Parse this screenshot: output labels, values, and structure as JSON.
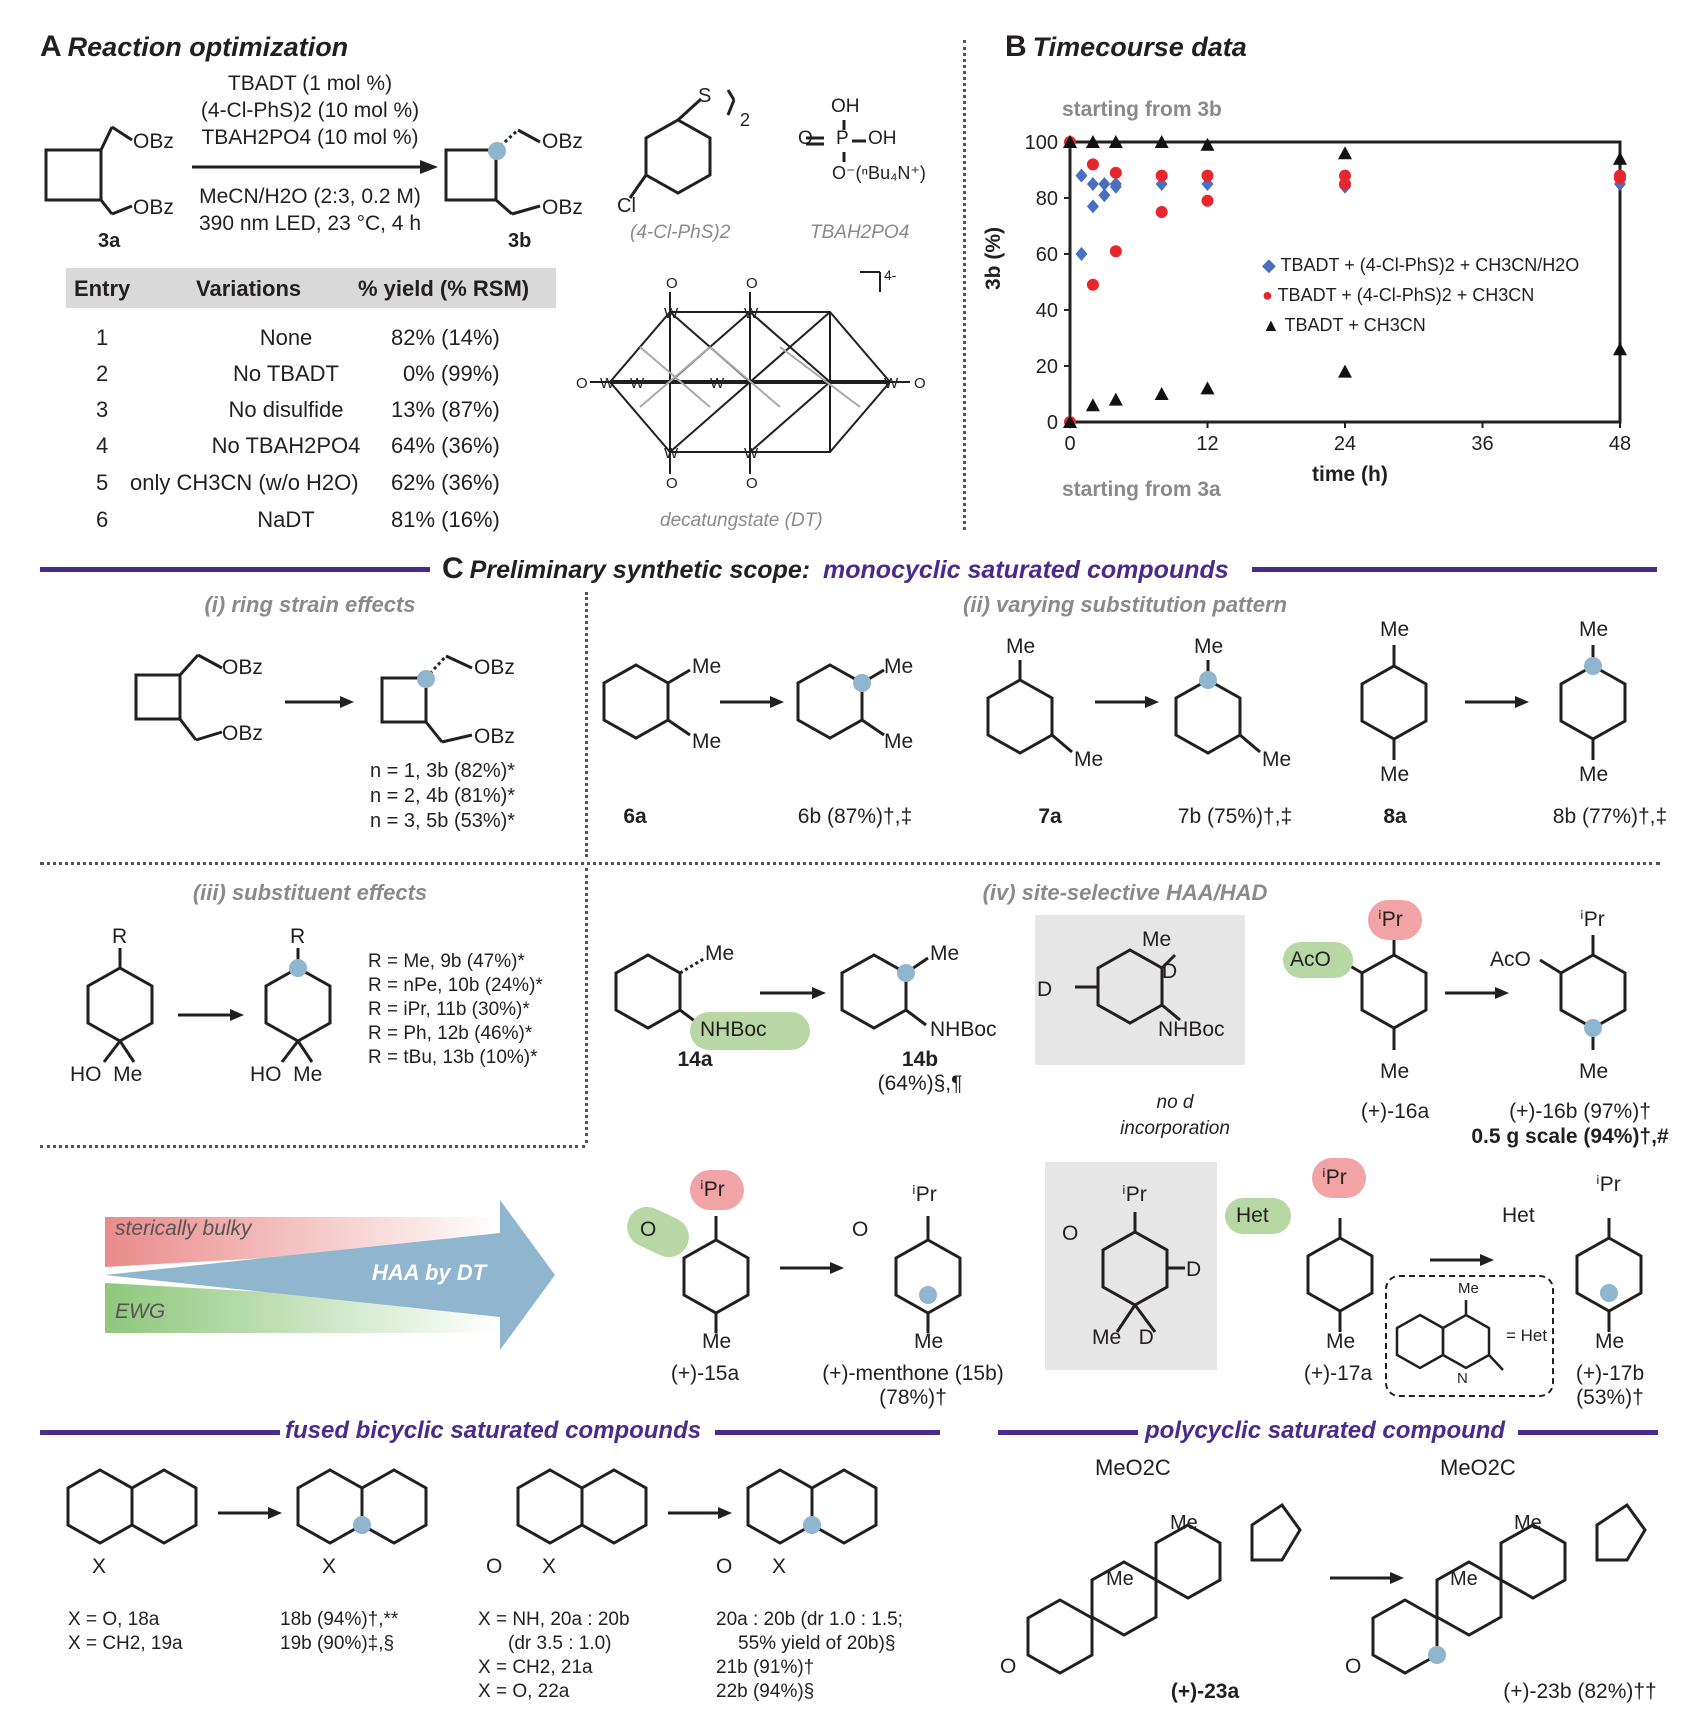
{
  "panelA": {
    "letter": "A",
    "title": "Reaction optimization",
    "conditions": [
      "TBADT (1 mol %)",
      "(4-Cl-PhS)2 (10 mol %)",
      "TBAH2PO4 (10 mol %)",
      "MeCN/H2O (2:3, 0.2 M)",
      "390 nm LED, 23 °C, 4 h"
    ],
    "substrate": "3a",
    "product": "3b",
    "obz": "OBz",
    "reagent_labels": [
      "(4-Cl-PhS)2",
      "TBAH2PO4",
      "decatungstate (DT)"
    ],
    "table": {
      "headers": [
        "Entry",
        "Variations",
        "% yield (% RSM)"
      ],
      "rows": [
        {
          "entry": "1",
          "variation": "None",
          "yield": "82% (14%)"
        },
        {
          "entry": "2",
          "variation": "No TBADT",
          "yield": "0% (99%)"
        },
        {
          "entry": "3",
          "variation": "No disulfide",
          "yield": "13% (87%)"
        },
        {
          "entry": "4",
          "variation": "No TBAH2PO4",
          "yield": "64% (36%)"
        },
        {
          "entry": "5",
          "variation": "only CH3CN (w/o H2O)",
          "yield": "62% (36%)"
        },
        {
          "entry": "6",
          "variation": "NaDT",
          "yield": "81% (16%)"
        }
      ]
    }
  },
  "panelB": {
    "letter": "B",
    "title": "Timecourse data",
    "top_note": "starting from 3b",
    "bottom_note": "starting from 3a",
    "chart_data": {
      "type": "scatter",
      "xlabel": "time (h)",
      "ylabel": "3b (%)",
      "xlim": [
        0,
        48
      ],
      "ylim": [
        0,
        100
      ],
      "xticks": [
        0,
        12,
        24,
        36,
        48
      ],
      "yticks": [
        0,
        20,
        40,
        60,
        80,
        100
      ],
      "legend_position": "right-middle",
      "series": [
        {
          "name": "TBADT + (4-Cl-PhS)2 + CH3CN/H2O",
          "color": "#4a6fbf",
          "marker": "diamond",
          "points": [
            [
              0,
              100
            ],
            [
              0,
              0
            ],
            [
              1,
              88
            ],
            [
              1,
              60
            ],
            [
              2,
              85
            ],
            [
              2,
              77
            ],
            [
              3,
              85
            ],
            [
              3,
              81
            ],
            [
              4,
              85
            ],
            [
              4,
              84
            ],
            [
              8,
              85
            ],
            [
              12,
              85
            ],
            [
              24,
              84
            ],
            [
              48,
              85
            ]
          ]
        },
        {
          "name": "TBADT + (4-Cl-PhS)2 + CH3CN",
          "color": "#e8262d",
          "marker": "circle",
          "points": [
            [
              0,
              100
            ],
            [
              0,
              0
            ],
            [
              2,
              92
            ],
            [
              2,
              49
            ],
            [
              4,
              89
            ],
            [
              4,
              61
            ],
            [
              8,
              88
            ],
            [
              8,
              75
            ],
            [
              12,
              88
            ],
            [
              12,
              79
            ],
            [
              24,
              88
            ],
            [
              24,
              85
            ],
            [
              48,
              88
            ],
            [
              48,
              87
            ]
          ]
        },
        {
          "name": "TBADT + CH3CN",
          "color": "#111111",
          "marker": "triangle",
          "points": [
            [
              0,
              100
            ],
            [
              0,
              0
            ],
            [
              2,
              100
            ],
            [
              2,
              6
            ],
            [
              4,
              100
            ],
            [
              4,
              8
            ],
            [
              8,
              100
            ],
            [
              8,
              10
            ],
            [
              12,
              99
            ],
            [
              12,
              12
            ],
            [
              24,
              96
            ],
            [
              24,
              18
            ],
            [
              48,
              94
            ],
            [
              48,
              26
            ]
          ]
        }
      ]
    }
  },
  "panelC": {
    "letter": "C",
    "title": "Preliminary synthetic scope:",
    "subtitle": "monocyclic saturated compounds",
    "sections": {
      "i": "(i) ring strain effects",
      "ii": "(ii) varying substitution pattern",
      "iii": "(iii) substituent effects",
      "iv": "(iv) site-selective HAA/HAD"
    },
    "ring_strain_results": [
      "n = 1, 3b (82%)*",
      "n = 2, 4b (81%)*",
      "n = 3, 5b (53%)*"
    ],
    "substitution": [
      {
        "sm": "6a",
        "prod": "6b (87%)†,‡"
      },
      {
        "sm": "7a",
        "prod": "7b (75%)†,‡"
      },
      {
        "sm": "8a",
        "prod": "8b (77%)†,‡"
      }
    ],
    "substituent_results": [
      "R = Me, 9b (47%)*",
      "R = nPe, 10b (24%)*",
      "R = iPr, 11b (30%)*",
      "R = Ph, 12b (46%)*",
      "R = tBu, 13b (10%)*"
    ],
    "site": {
      "c14a": "14a",
      "c14b": "14b",
      "c14b_yield": "(64%)§,¶",
      "no_d": "no d",
      "incorporation": "incorporation",
      "c16a": "(+)-16a",
      "c16b": "(+)-16b (97%)†",
      "c16b_scale": "0.5 g scale (94%)†,#",
      "c15a": "(+)-15a",
      "c15b": "(+)-menthone (15b)",
      "c15b_yield": "(78%)†",
      "c17a": "(+)-17a",
      "c17b": "(+)-17b",
      "c17b_yield": "(53%)†",
      "het": "Het",
      "het_eq": "= Het",
      "bulky": "sterically bulky",
      "ewg": "EWG",
      "haa": "HAA by DT"
    },
    "fused_title": "fused bicyclic saturated compounds",
    "fused": {
      "left_sm": [
        "X = O, 18a",
        "X = CH2, 19a"
      ],
      "left_prod": [
        "18b (94%)†,**",
        "19b (90%)‡,§"
      ],
      "right_sm": [
        "X = NH, 20a : 20b",
        "(dr 3.5 : 1.0)",
        "X = CH2, 21a",
        "X = O, 22a"
      ],
      "right_prod": [
        "20a : 20b (dr 1.0 : 1.5;",
        "55% yield of 20b)§",
        "21b (91%)†",
        "22b (94%)§"
      ]
    },
    "poly_title": "polycyclic saturated compound",
    "poly": {
      "sm": "(+)-23a",
      "prod": "(+)-23b (82%)††",
      "ester": "MeO2C"
    }
  }
}
